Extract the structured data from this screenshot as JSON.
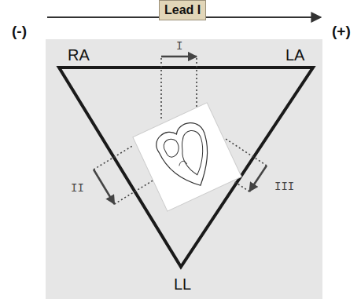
{
  "diagram": {
    "nodes": [
      {
        "text": [
          "Lead I"
        ]
      }
    ],
    "labels": [
      "(-)",
      "(+)",
      "RA",
      "I",
      "LA",
      "II",
      "III",
      "LL"
    ]
  }
}
